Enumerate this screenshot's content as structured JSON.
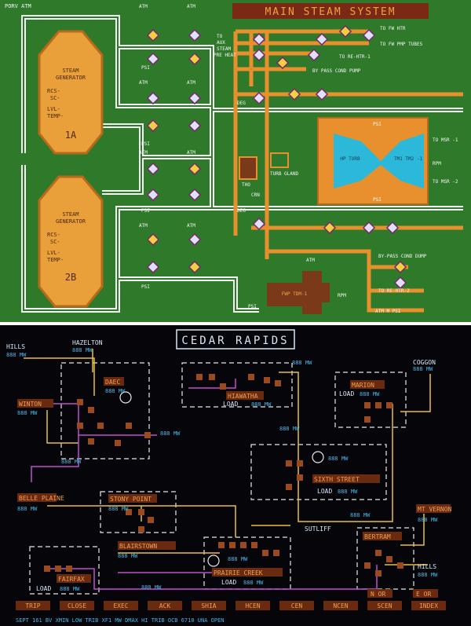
{
  "top_panel": {
    "title": "MAIN STEAM SYSTEM",
    "corner_label": "PORV ATM",
    "labels": {
      "atm1": "ATM",
      "atm2": "ATM",
      "atm3": "ATM",
      "atm4": "ATM",
      "atm5": "ATM",
      "atm6": "ATM",
      "atm7": "ATM",
      "atm8": "ATM",
      "psi1": "PSI",
      "psi2": "PSI",
      "psi3": "PSI",
      "psi4": "PSI",
      "to_fw_htr": "TO FW HTR",
      "to_fw_pmp": "TO FW PMP TUBES",
      "to_aux": "TO",
      "aux2": "AUX",
      "steam": "STEAM",
      "pre_heat": "PRE HEAT",
      "to_re_htr_1": "TO RE-HTR-1",
      "bypass_cond_pump": "BY PASS COND PUMP",
      "deg1": "DEG",
      "deg2": "DEG",
      "turb_gland": "TURB GLAND",
      "tho": "THO",
      "crn": "CRN",
      "hp_turb": "HP TURB",
      "lp_turb": "TM1 TM2 -1",
      "to_msr1": "TO MSR -1",
      "rpm1": "RPM",
      "to_msr2": "TO MSR -2",
      "psi_t1": "PSI",
      "psi_t2": "PSI",
      "bypass_cond_dump": "BY-PASS COND DUMP",
      "to_re_htr_2": "TO RE-HTR-2",
      "atm_m_psi": "ATM M PSI",
      "fwp_tdm": "FWP TDM-1",
      "rpm2": "RPM",
      "psi_bottom": "PSI",
      "atm_bottom": "ATM"
    },
    "generator_a": {
      "title1": "STEAM",
      "title2": "GENERATOR",
      "rcs": "RCS-",
      "sc": "SC-",
      "lvl": "LVL-",
      "temp": "TEMP-",
      "id": "1A"
    },
    "generator_b": {
      "title1": "STEAM",
      "title2": "GENERATOR",
      "rcs": "RCS-",
      "sc": "SC-",
      "lvl": "LVL-",
      "temp": "TEMP-",
      "id": "2B"
    }
  },
  "bottom_panel": {
    "title": "CEDAR RAPIDS",
    "stations": {
      "hills_left": "HILLS",
      "hazelton": "HAZELTON",
      "daec": "DAEC",
      "hiawatha": "HIAWATHA",
      "coggon": "COGGON",
      "marion": "MARION",
      "winton": "WINTON",
      "sixth_street": "SIXTH STREET",
      "belle_plaine": "BELLE PLAINE",
      "stony_point": "STONY POINT",
      "mt_vernon": "MT VERNON",
      "sutliff": "SUTLIFF",
      "bertram": "BERTRAM",
      "blairstown": "BLAIRSTOWN",
      "prairie_creek": "PRAIRIE CREEK",
      "hills_right": "HILLS",
      "fairfax": "FAIRFAX"
    },
    "mw": "888 MW",
    "load": "LOAD",
    "buttons": [
      "TRIP",
      "CLOSE",
      "EXEC",
      "ACK",
      "SHIA",
      "HCEN",
      "CEN",
      "NCEN",
      "SCEN",
      "INDEX"
    ],
    "side_buttons": [
      "N OR",
      "E OR"
    ],
    "status_line": "SEPT 161   BV XMIN LOW   TRIB XF1  MW  DMAX HI   TRIB OCB 6710 UNA OPEN"
  }
}
